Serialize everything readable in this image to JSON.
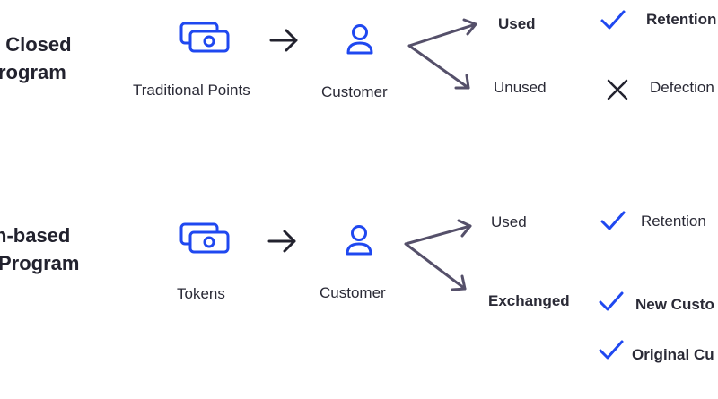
{
  "colors": {
    "accent": "#1f48f0",
    "arrow": "#55506a",
    "text": "#22222e"
  },
  "rows": [
    {
      "title_lines": [
        "l Closed",
        "rogram"
      ],
      "source_icon": "money-icon",
      "source_label": "Traditional Points",
      "target_icon": "user-icon",
      "target_label": "Customer",
      "branches": [
        {
          "label": "Used",
          "outcome_icon": "check-icon",
          "outcome_label": "Retention"
        },
        {
          "label": "Unused",
          "outcome_icon": "cross-icon",
          "outcome_label": "Defection"
        }
      ]
    },
    {
      "title_lines": [
        "n-based",
        "Program"
      ],
      "source_icon": "money-icon",
      "source_label": "Tokens",
      "target_icon": "user-icon",
      "target_label": "Customer",
      "branches": [
        {
          "label": "Used",
          "outcome_icon": "check-icon",
          "outcome_label": "Retention"
        },
        {
          "label": "Exchanged",
          "outcome_icon": "check-icon",
          "outcome_label": "New Custo"
        },
        {
          "label": "",
          "outcome_icon": "check-icon",
          "outcome_label": "Original Cu"
        }
      ]
    }
  ]
}
